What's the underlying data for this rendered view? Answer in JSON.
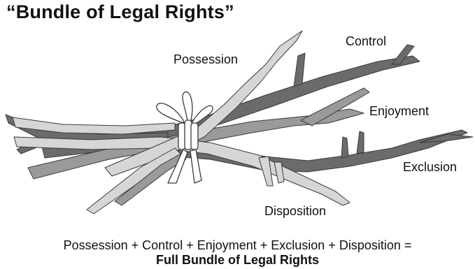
{
  "title": "“Bundle of Legal Rights”",
  "sticks": {
    "possession": "Possession",
    "control": "Control",
    "enjoyment": "Enjoyment",
    "exclusion": "Exclusion",
    "disposition": "Disposition"
  },
  "equation": {
    "line1": "Possession + Control + Enjoyment + Exclusion + Disposition =",
    "line2": "Full Bundle of Legal Rights"
  },
  "colors": {
    "dark_stick": "#6b6b6b",
    "mid_stick": "#9a9a9a",
    "light_stick": "#d6d6d6",
    "outline": "#3a3a3a",
    "ribbon": "#ffffff"
  }
}
